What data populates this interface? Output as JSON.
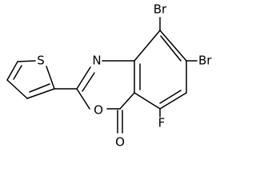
{
  "molecule": {
    "atoms": {
      "br_top": "Br",
      "br_right": "Br",
      "fluorine": "F",
      "ring_nitrogen": "N",
      "ring_oxygen": "O",
      "carbonyl_oxygen": "O",
      "thiophene_sulfur": "S"
    }
  }
}
